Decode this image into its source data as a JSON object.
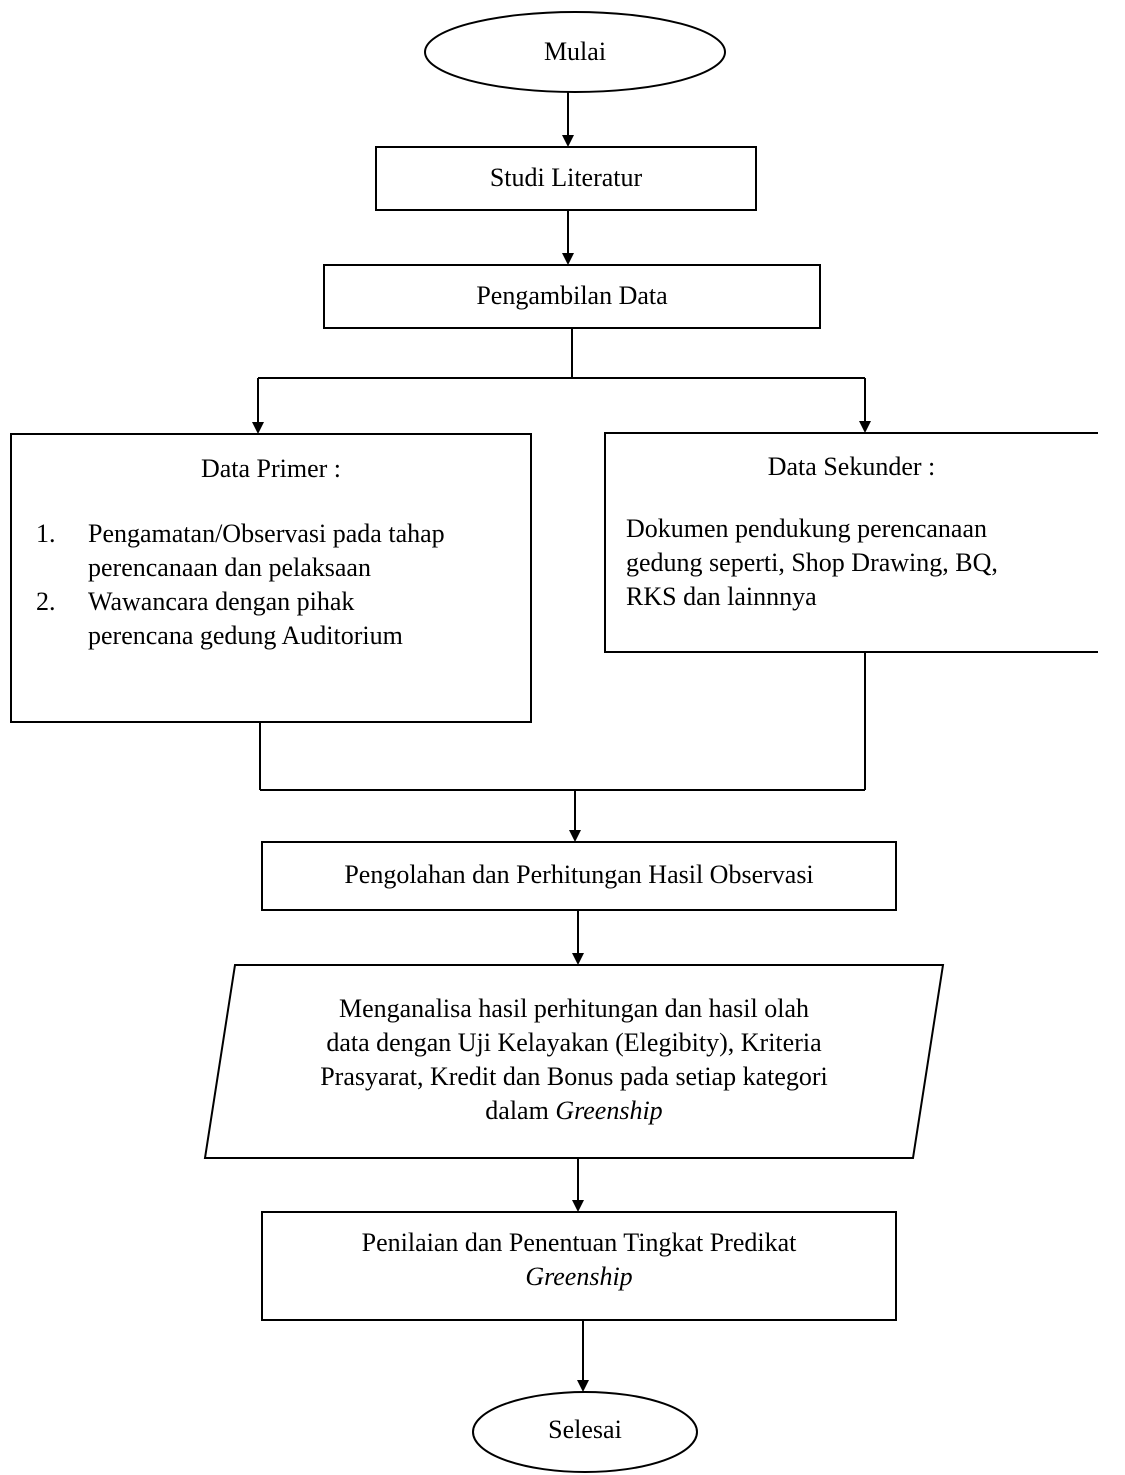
{
  "flowchart": {
    "start": "Mulai",
    "literature": "Studi Literatur",
    "data_collection": "Pengambilan Data",
    "primary": {
      "title": "Data Primer :",
      "items": [
        {
          "num": "1.",
          "line1": "Pengamatan/Observasi pada tahap",
          "line2": "perencanaan dan pelaksaan"
        },
        {
          "num": "2.",
          "line1": "Wawancara dengan pihak",
          "line2": "perencana gedung Auditorium"
        }
      ]
    },
    "secondary": {
      "title": "Data Sekunder :",
      "lines": [
        "Dokumen pendukung perencanaan",
        "gedung seperti, Shop Drawing, BQ,",
        "RKS dan lainnnya"
      ]
    },
    "processing": "Pengolahan dan Perhitungan Hasil Observasi",
    "analysis": {
      "line1": "Menganalisa hasil perhitungan dan hasil olah",
      "line2": "data dengan Uji Kelayakan (Elegibity), Kriteria",
      "line3": "Prasyarat, Kredit dan Bonus pada setiap kategori",
      "line4_prefix": "dalam ",
      "line4_italic": "Greenship"
    },
    "assessment": {
      "line1": "Penilaian dan Penentuan Tingkat Predikat",
      "line2_italic": "Greenship"
    },
    "end": "Selesai"
  }
}
